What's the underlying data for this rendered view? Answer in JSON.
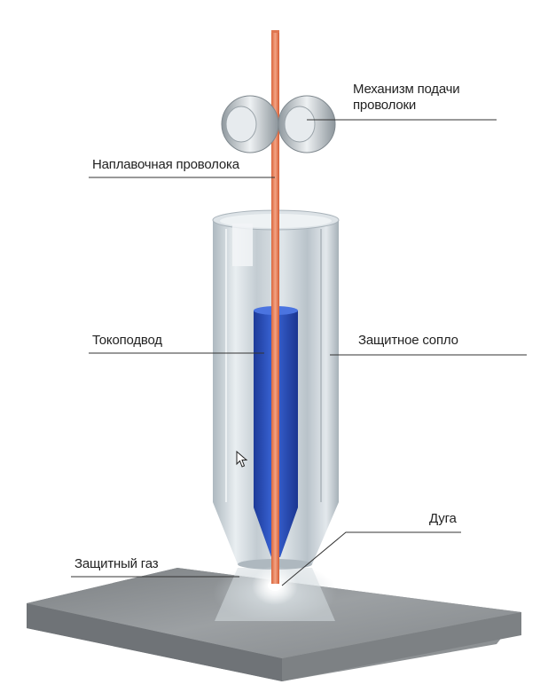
{
  "labels": {
    "feed_mechanism_line1": "Механизм подачи",
    "feed_mechanism_line2": "проволоки",
    "filler_wire": "Наплавочная проволока",
    "contact_tip": "Токоподвод",
    "shielding_nozzle": "Защитное сопло",
    "arc": "Дуга",
    "shielding_gas": "Защитный газ"
  },
  "colors": {
    "wire": "#e8815a",
    "contact_tip": "#2f56c4",
    "nozzle": "#c9d3d9",
    "workpiece": "#8a8d90",
    "leader_line": "#333333"
  },
  "icons": {
    "pointer": "arrow-cursor-icon"
  }
}
